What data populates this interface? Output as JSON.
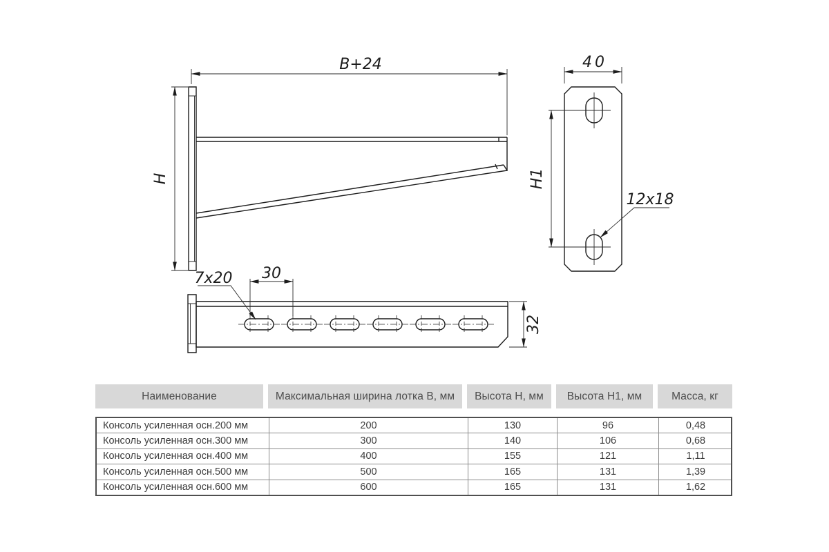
{
  "drawing": {
    "labels": {
      "arm_length": "B+24",
      "height": "H",
      "plate_width": "40",
      "hole_pitch": "H1",
      "plate_hole_size": "12x18",
      "slot_size": "7x20",
      "slot_pitch": "30",
      "bar_height": "32"
    }
  },
  "table": {
    "headers": [
      "Наименование",
      "Максимальная ширина лотка B, мм",
      "Высота H, мм",
      "Высота H1, мм",
      "Масса, кг"
    ],
    "rows": [
      [
        "Консоль усиленная осн.200 мм",
        "200",
        "130",
        "96",
        "0,48"
      ],
      [
        "Консоль усиленная осн.300 мм",
        "300",
        "140",
        "106",
        "0,68"
      ],
      [
        "Консоль усиленная осн.400 мм",
        "400",
        "155",
        "121",
        "1,11"
      ],
      [
        "Консоль усиленная осн.500 мм",
        "500",
        "165",
        "131",
        "1,39"
      ],
      [
        "Консоль усиленная осн.600 мм",
        "600",
        "165",
        "131",
        "1,62"
      ]
    ]
  },
  "colors": {
    "line": "#1c1c1c",
    "table_header_bg": "#d8d8d8",
    "table_inner_border": "#8a8a8a",
    "table_outer_border": "#4f4f4f",
    "text": "#3c3c3c"
  }
}
